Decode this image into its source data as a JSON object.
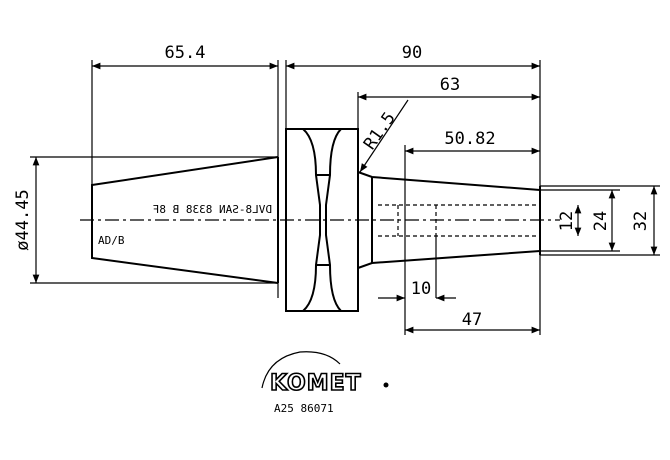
{
  "dimensions": {
    "taper_length": "65.4",
    "total_length": "90",
    "shank_length": "63",
    "radius": "R1.5",
    "bore_depth": "50.82",
    "flange_diameter": "ø44.45",
    "inner_dia_12": "12",
    "inner_dia_24": "24",
    "outer_dia_32": "32",
    "step_10": "10",
    "length_47": "47"
  },
  "taper_text": {
    "line1": "DVL8-SAN 8338 B 8F",
    "line2": "AD/B"
  },
  "logo": {
    "brand": "KOMET",
    "code": "A25 86071"
  }
}
